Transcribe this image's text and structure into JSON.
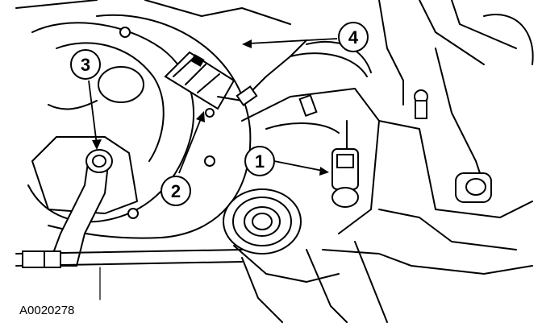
{
  "figure_id": "A0020278",
  "callouts": [
    {
      "label": "1"
    },
    {
      "label": "2"
    },
    {
      "label": "3"
    },
    {
      "label": "4"
    }
  ]
}
